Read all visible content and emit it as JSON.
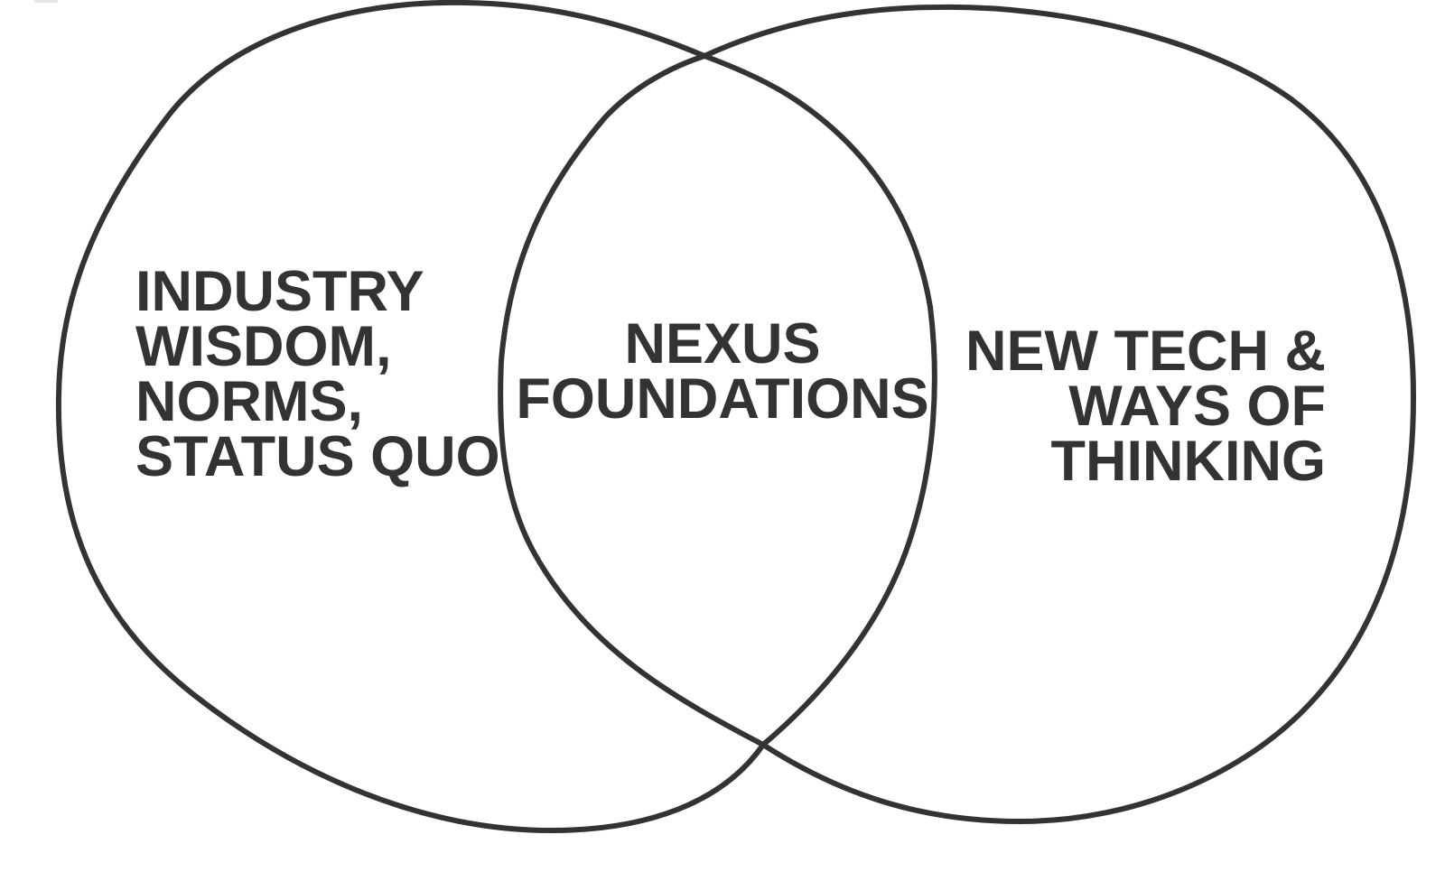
{
  "diagram": {
    "type": "venn",
    "stroke_color": "#333333",
    "text_color": "#333333",
    "background": "#ffffff",
    "left_set": {
      "lines": [
        "INDUSTRY",
        "WISDOM,",
        "NORMS,",
        "STATUS QUO"
      ]
    },
    "intersection": {
      "lines": [
        "NEXUS",
        "FOUNDATIONS"
      ]
    },
    "right_set": {
      "lines": [
        "NEW TECH &",
        "WAYS OF",
        "THINKING"
      ]
    }
  }
}
